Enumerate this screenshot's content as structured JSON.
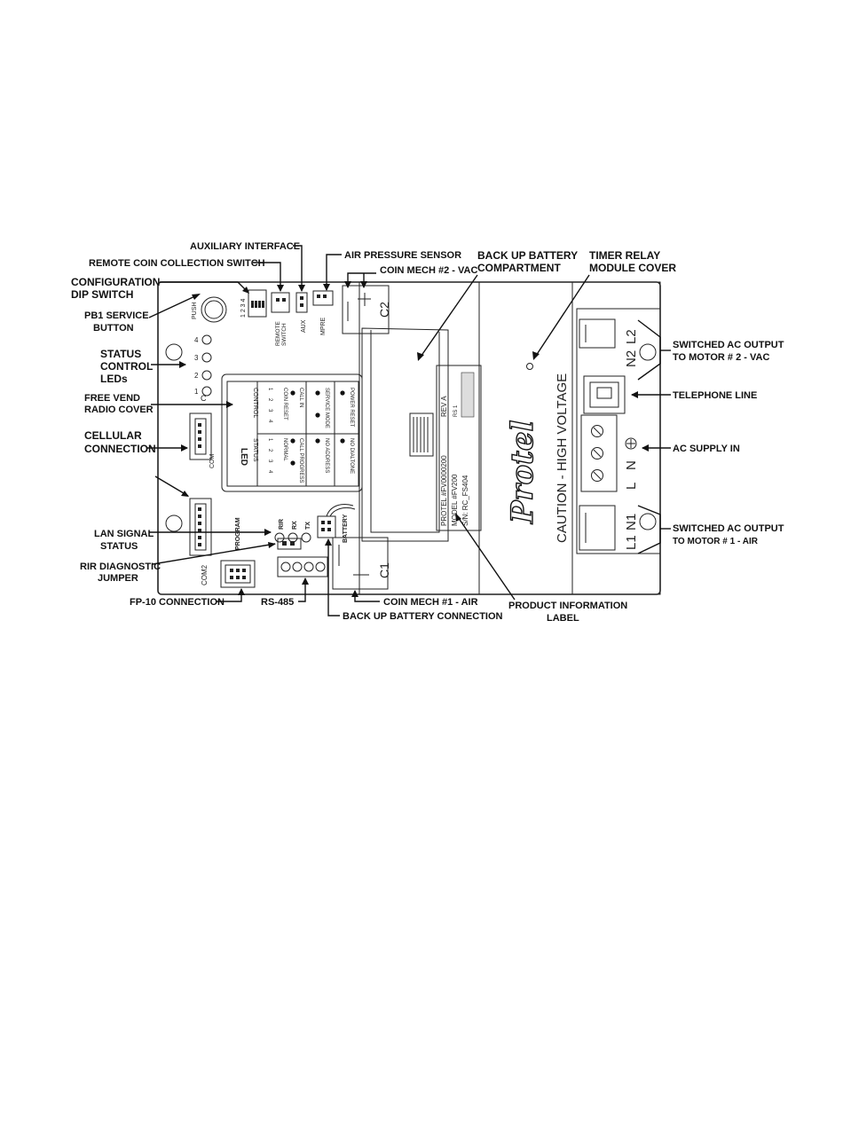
{
  "labels": {
    "auxiliary_interface": "AUXILIARY INTERFACE",
    "remote_coin_collection_switch": "REMOTE COIN COLLECTION SWITCH",
    "air_pressure_sensor": "AIR PRESSURE SENSOR",
    "coin_mech_2": "COIN MECH #2 - VAC",
    "backup_battery_compartment": [
      "BACK UP BATTERY",
      "COMPARTMENT"
    ],
    "timer_relay_module_cover": [
      "TIMER RELAY",
      "MODULE COVER"
    ],
    "configuration_dip_switch": [
      "CONFIGURATION",
      "DIP SWITCH"
    ],
    "pb1_service_button": [
      "PB1 SERVICE",
      "BUTTON"
    ],
    "status_control_leds": [
      "STATUS",
      "CONTROL",
      "LEDs"
    ],
    "free_vend_radio_cover": [
      "FREE VEND",
      "RADIO COVER"
    ],
    "cellular_connection": [
      "CELLULAR",
      "CONNECTION"
    ],
    "lan_signal_status": [
      "LAN SIGNAL",
      "STATUS"
    ],
    "rir_diagnostic_jumper": [
      "RIR DIAGNOSTIC",
      "JUMPER"
    ],
    "fp10_connection": "FP-10 CONNECTION",
    "rs485": "RS-485",
    "coin_mech_1": "COIN MECH #1 - AIR",
    "backup_battery_connection": "BACK UP BATTERY CONNECTION",
    "product_information_label": [
      "PRODUCT INFORMATION",
      "LABEL"
    ],
    "switched_ac_output_2": [
      "SWITCHED AC OUTPUT",
      "TO MOTOR # 2 - VAC"
    ],
    "telephone_line": "TELEPHONE LINE",
    "ac_supply_in": "AC SUPPLY IN",
    "switched_ac_output_1": [
      "SWITCHED AC OUTPUT",
      "TO MOTOR # 1 - AIR"
    ]
  },
  "board": {
    "push": "PUSH",
    "dip_numbers": "1 2 3 4",
    "remote_switch": [
      "REMOTE",
      "SWITCH"
    ],
    "aux": "AUX",
    "mpre": "MPRE",
    "c2": "C2",
    "c1": "C1",
    "status_led_numbers": [
      "4",
      "3",
      "2",
      "1"
    ],
    "c_mark": "C",
    "led_title": "LED",
    "led_status": "STATUS",
    "led_control": "CONTROL",
    "led_control_items": [
      "COIN RESET",
      "CALL IN",
      "SERVICE MODE",
      "POWER RESET"
    ],
    "led_status_items": [
      "NORMAL",
      "CALL PROGRESS",
      "NO ADDRESS",
      "NO DIALTONE"
    ],
    "led_col_numbers": [
      "1",
      "2",
      "3",
      "4"
    ],
    "com": "COM",
    "com2": "COM2",
    "program": "PROGRAM",
    "rir": "RIR",
    "rx": "RX",
    "tx": "TX",
    "battery": "BATTERY",
    "product_label_lines": [
      "PROTEL #FV0000200",
      "MODEL #FV200",
      "S/N: RC_FS404"
    ],
    "rev": [
      "REV A",
      "RS 1"
    ],
    "brand": "Protel",
    "caution": "CAUTION - HIGH VOLTAGE",
    "terminal_l2": "L2",
    "terminal_n2": "N2",
    "terminal_l": "L",
    "terminal_n": "N",
    "terminal_l1": "L1",
    "terminal_n1": "N1",
    "ground_icon": "ground-symbol"
  }
}
